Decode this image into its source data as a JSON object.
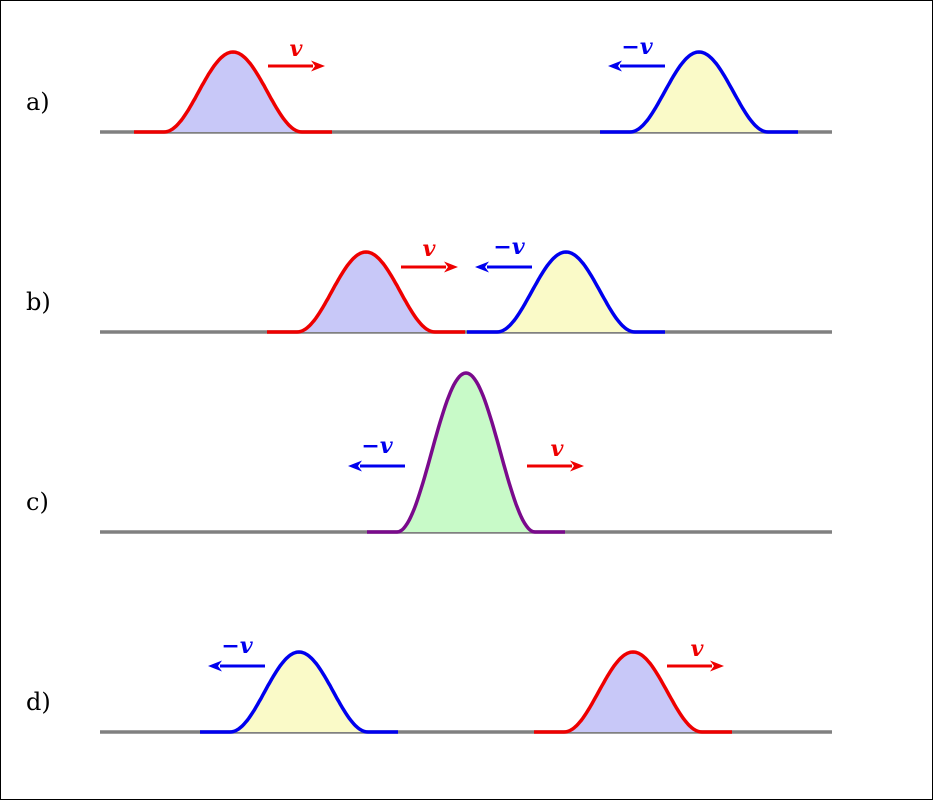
{
  "colors": {
    "right_pulse": "#ee0000",
    "left_pulse": "#0000ee",
    "sum_pulse": "#7a0a8c",
    "right_fill": "#c8c8f8",
    "left_fill": "#fafac8",
    "sum_fill": "#c8fac8",
    "baseline": "#808080"
  },
  "panels": [
    {
      "id": "a",
      "label": "a)",
      "pulses": [
        {
          "kind": "right",
          "arrow_dir": "right",
          "velocity": "v"
        },
        {
          "kind": "left",
          "arrow_dir": "left",
          "velocity": "−v"
        }
      ]
    },
    {
      "id": "b",
      "label": "b)",
      "pulses": [
        {
          "kind": "right",
          "arrow_dir": "right",
          "velocity": "v"
        },
        {
          "kind": "left",
          "arrow_dir": "left",
          "velocity": "−v"
        }
      ]
    },
    {
      "id": "c",
      "label": "c)",
      "pulses": [
        {
          "kind": "sum",
          "velocity_left": "−v",
          "velocity_right": "v"
        }
      ]
    },
    {
      "id": "d",
      "label": "d)",
      "pulses": [
        {
          "kind": "left",
          "arrow_dir": "left",
          "velocity": "−v"
        },
        {
          "kind": "right",
          "arrow_dir": "right",
          "velocity": "v"
        }
      ]
    }
  ]
}
